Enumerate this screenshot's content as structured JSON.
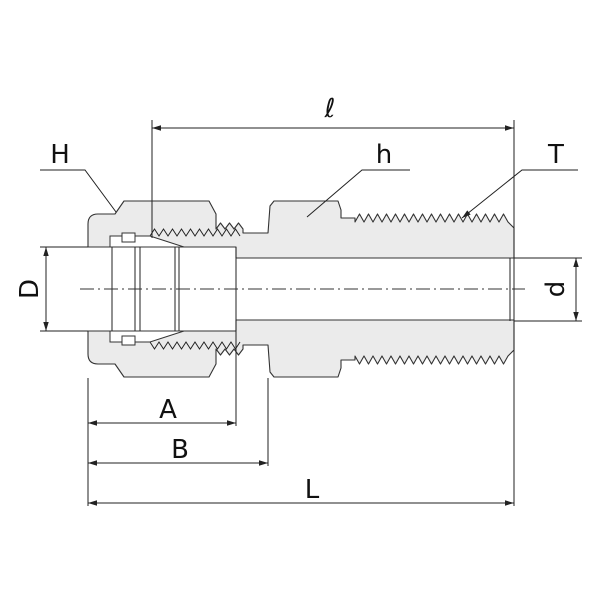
{
  "title": "Male connector (tube fitting) dimension drawing",
  "labels": {
    "nut_hex": "H",
    "body_hex": "h",
    "thread": "T",
    "length_l": "ℓ",
    "tube_od": "D",
    "bore": "d",
    "dim_a": "A",
    "dim_b": "B",
    "overall_length": "L"
  },
  "colors": {
    "fill": "#ebebeb",
    "line": "#333333"
  }
}
